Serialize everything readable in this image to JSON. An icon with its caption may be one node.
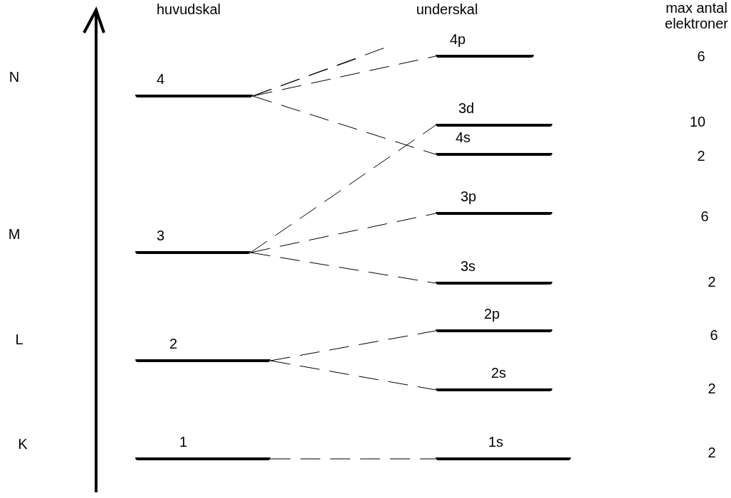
{
  "diagram": {
    "nodes": [
      {
        "text": [
          "4"
        ]
      },
      {
        "text": [
          "3"
        ]
      },
      {
        "text": [
          "2"
        ]
      },
      {
        "text": [
          "1"
        ]
      },
      {
        "text": [
          "4p"
        ]
      },
      {
        "text": [
          "3d"
        ]
      },
      {
        "text": [
          "4s"
        ]
      },
      {
        "text": [
          "3p"
        ]
      },
      {
        "text": [
          "3s"
        ]
      },
      {
        "text": [
          "2p"
        ]
      },
      {
        "text": [
          "2s"
        ]
      },
      {
        "text": [
          "1s"
        ]
      }
    ],
    "edges": [
      {
        "from": 0,
        "to": null,
        "arrow": "none",
        "style": "dashed"
      },
      {
        "from": 0,
        "to": null,
        "arrow": "none",
        "style": "dashed"
      },
      {
        "from": 0,
        "to": 4,
        "arrow": "none",
        "style": "dashed"
      },
      {
        "from": 0,
        "to": 6,
        "arrow": "none",
        "style": "dashed"
      },
      {
        "from": 1,
        "to": 5,
        "arrow": "none",
        "style": "dashed"
      },
      {
        "from": 1,
        "to": 7,
        "arrow": "none",
        "style": "dashed"
      },
      {
        "from": 1,
        "to": 8,
        "arrow": "none",
        "style": "dashed"
      },
      {
        "from": 2,
        "to": 9,
        "arrow": "none",
        "style": "dashed"
      },
      {
        "from": 2,
        "to": 10,
        "arrow": "none",
        "style": "dashed"
      },
      {
        "from": 3,
        "to": 11,
        "arrow": "none",
        "style": "dashed"
      }
    ],
    "labels": [
      "huvudskal",
      "underskal",
      "max antal elektroner",
      "N",
      "6",
      "10",
      "2",
      "M",
      "6",
      "2",
      "L",
      "6",
      "2",
      "K",
      "2"
    ]
  }
}
